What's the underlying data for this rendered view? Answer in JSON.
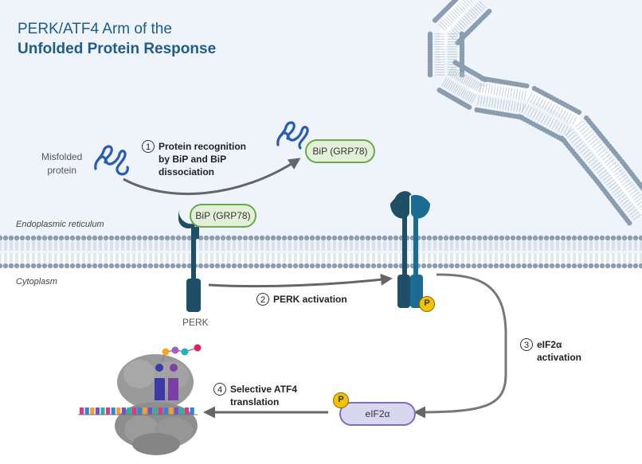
{
  "title": {
    "line1": "PERK/ATF4 Arm of the",
    "line2": "Unfolded Protein Response"
  },
  "labels": {
    "misfolded_protein": "Misfolded\nprotein",
    "endoplasmic_reticulum": "Endoplasmic reticulum",
    "cytoplasm": "Cytoplasm",
    "perk": "PERK",
    "bip_top": "BiP (GRP78)",
    "bip_bound": "BiP (GRP78)",
    "eif2a": "eIF2α",
    "phospho_1": "P",
    "phospho_2": "P"
  },
  "steps": [
    {
      "number": "1",
      "text": "Protein recognition\nby BiP and BiP\ndissociation"
    },
    {
      "number": "2",
      "text": "PERK activation"
    },
    {
      "number": "3",
      "text": "eIF2α\nactivation"
    },
    {
      "number": "4",
      "text": "Selective ATF4\ntranslation"
    }
  ],
  "colors": {
    "er_lumen": "#eef4f9",
    "membrane_head": "#8a9db1",
    "perk": "#1e4f66",
    "perk_active": "#1a6c93",
    "bip_fill": "#e3f0d8",
    "bip_border": "#6aa84f",
    "eif2a_fill": "#d9d6f0",
    "phosphate": "#f3c200",
    "protein": "#2a5db0",
    "ribosome": "#9a9a9a",
    "arrow": "#666666"
  }
}
